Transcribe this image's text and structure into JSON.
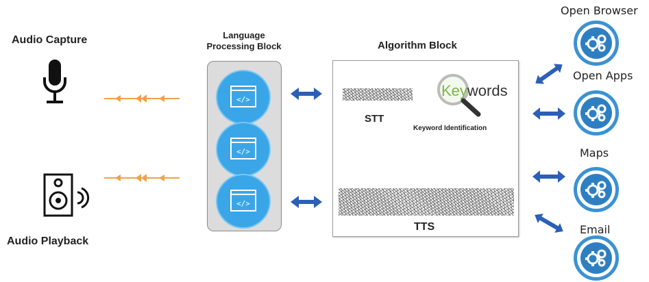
{
  "labels": {
    "audio_capture": "Audio Capture",
    "audio_playback": "Audio Playback",
    "language_block_line1": "Language",
    "language_block_line2": "Processing Block",
    "algorithm_block": "Algorithm Block",
    "stt": "STT",
    "keyword_identification": "Keyword Identification",
    "keywords_logo": "Keywords",
    "tts": "TTS"
  },
  "apps": [
    {
      "label": "Open Browser",
      "icon": "gears-icon"
    },
    {
      "label": "Open Apps",
      "icon": "gears-icon"
    },
    {
      "label": "Maps",
      "icon": "gears-icon"
    },
    {
      "label": "Email",
      "icon": "gears-icon"
    }
  ],
  "icons": {
    "microphone": "microphone-icon",
    "speaker": "speaker-icon",
    "code": "code-window-icon",
    "magnifier": "magnifier-icon"
  },
  "colors": {
    "arrow_blue": "#2b5fb8",
    "code_circle": "#3aa6e8",
    "app_icon": "#3b92d2",
    "wave_orange": "#f0a24a"
  }
}
